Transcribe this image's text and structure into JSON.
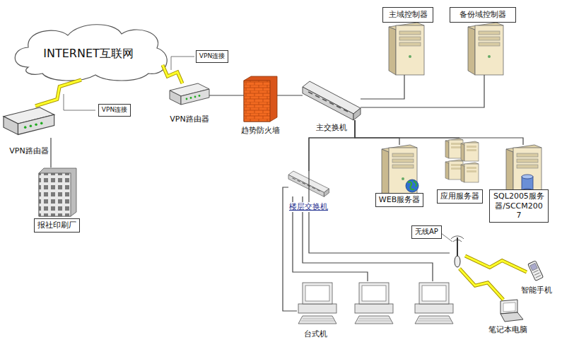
{
  "diagram": {
    "nodes": [
      {
        "text": [
          "INTERNET互联网"
        ]
      },
      {
        "text": [
          "VPN连接"
        ]
      },
      {
        "text": [
          "主域控制器"
        ]
      },
      {
        "text": [
          "备份域控制器"
        ]
      },
      {
        "text": [
          "VPN连接"
        ]
      },
      {
        "text": [
          "VPN路由器"
        ]
      },
      {
        "text": [
          "趋势防火墙"
        ]
      },
      {
        "text": [
          "主交换机"
        ]
      },
      {
        "text": [
          "VPN路由器"
        ]
      },
      {
        "text": [
          "WEB服务器"
        ]
      },
      {
        "text": [
          "应用服务器"
        ]
      },
      {
        "text": [
          "SQL2005服务器/SCCM2007"
        ]
      },
      {
        "text": [
          "楼层交换机"
        ]
      },
      {
        "text": [
          "报社印刷厂"
        ]
      },
      {
        "text": [
          "无线AP"
        ]
      },
      {
        "text": [
          "智能手机"
        ]
      },
      {
        "text": [
          "台式机"
        ]
      },
      {
        "text": [
          "笔记本电脑"
        ]
      }
    ],
    "edges": [
      {
        "from": 0,
        "to": 5,
        "arrow": "none"
      },
      {
        "from": 0,
        "to": 8,
        "arrow": "none"
      },
      {
        "from": 5,
        "to": 6,
        "arrow": "none"
      },
      {
        "from": 6,
        "to": 7,
        "arrow": "none"
      },
      {
        "from": 7,
        "to": 2,
        "arrow": "none"
      },
      {
        "from": 7,
        "to": 3,
        "arrow": "none"
      },
      {
        "from": 7,
        "to": 9,
        "arrow": "none"
      },
      {
        "from": 7,
        "to": 10,
        "arrow": "none"
      },
      {
        "from": 7,
        "to": 11,
        "arrow": "none"
      },
      {
        "from": 7,
        "to": 12,
        "arrow": "none"
      },
      {
        "from": 7,
        "to": 14,
        "arrow": "none"
      },
      {
        "from": 8,
        "to": 13,
        "arrow": "none"
      },
      {
        "from": 12,
        "to": 16,
        "arrow": "none"
      },
      {
        "from": 14,
        "to": 15,
        "arrow": "none"
      },
      {
        "from": 14,
        "to": 17,
        "arrow": "none"
      }
    ]
  }
}
